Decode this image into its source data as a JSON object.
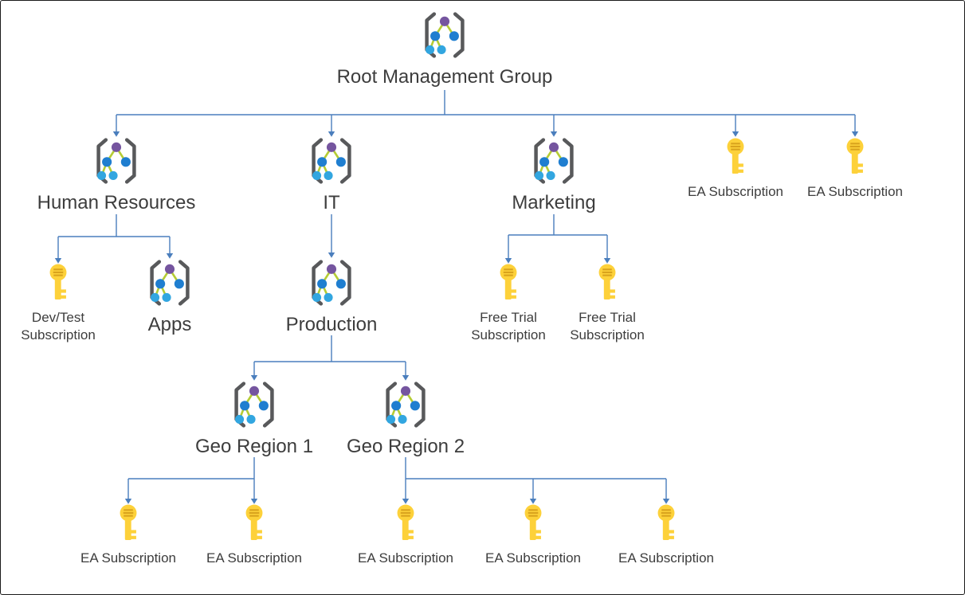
{
  "colors": {
    "connector-line": "#4a7ebd",
    "text-color": "#3d3d3d",
    "mg-bracket": "#58595b",
    "mg-edge": "#b5cc34",
    "mg-node-top": "#75559f",
    "mg-node-mid": "#1f7ed0",
    "mg-node-leaf": "#32a6e0",
    "key-fill": "#fdd13a",
    "key-detail": "#d9a31d"
  },
  "nodes": {
    "root": {
      "label": "Root Management Group",
      "type": "management-group"
    },
    "human_resources": {
      "label": "Human Resources",
      "type": "management-group"
    },
    "it": {
      "label": "IT",
      "type": "management-group"
    },
    "marketing": {
      "label": "Marketing",
      "type": "management-group"
    },
    "ea_top_1": {
      "label": "EA Subscription",
      "type": "subscription"
    },
    "ea_top_2": {
      "label": "EA Subscription",
      "type": "subscription"
    },
    "dev_test": {
      "label": "Dev/Test Subscription",
      "type": "subscription"
    },
    "apps": {
      "label": "Apps",
      "type": "management-group"
    },
    "production": {
      "label": "Production",
      "type": "management-group"
    },
    "free_trial_1": {
      "label": "Free Trial Subscription",
      "type": "subscription"
    },
    "free_trial_2": {
      "label": "Free Trial Subscription",
      "type": "subscription"
    },
    "geo_region_1": {
      "label": "Geo Region 1",
      "type": "management-group"
    },
    "geo_region_2": {
      "label": "Geo Region 2",
      "type": "management-group"
    },
    "ea_geo1_1": {
      "label": "EA Subscription",
      "type": "subscription"
    },
    "ea_geo1_2": {
      "label": "EA Subscription",
      "type": "subscription"
    },
    "ea_geo2_1": {
      "label": "EA Subscription",
      "type": "subscription"
    },
    "ea_geo2_2": {
      "label": "EA Subscription",
      "type": "subscription"
    },
    "ea_geo2_3": {
      "label": "EA Subscription",
      "type": "subscription"
    }
  },
  "hierarchy": {
    "root": [
      "human_resources",
      "it",
      "marketing",
      "ea_top_1",
      "ea_top_2"
    ],
    "human_resources": [
      "dev_test",
      "apps"
    ],
    "it": [
      "production"
    ],
    "marketing": [
      "free_trial_1",
      "free_trial_2"
    ],
    "production": [
      "geo_region_1",
      "geo_region_2"
    ],
    "geo_region_1": [
      "ea_geo1_1",
      "ea_geo1_2"
    ],
    "geo_region_2": [
      "ea_geo2_1",
      "ea_geo2_2",
      "ea_geo2_3"
    ]
  }
}
